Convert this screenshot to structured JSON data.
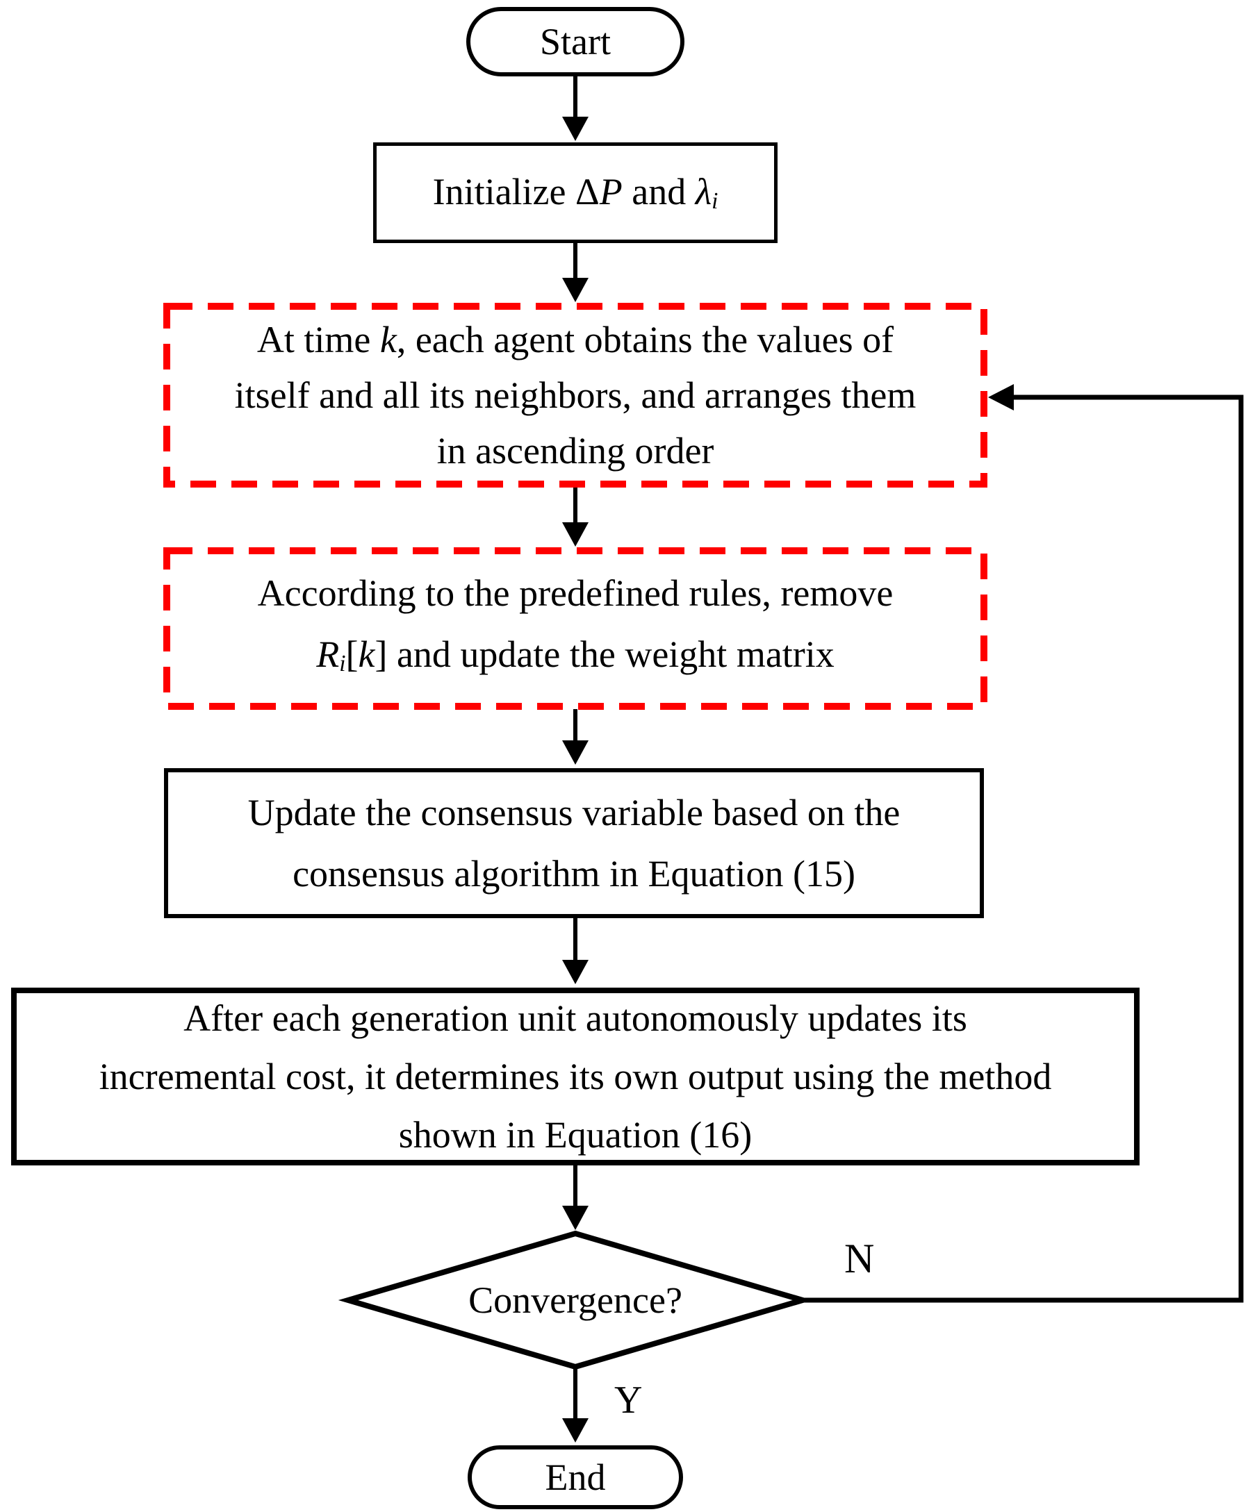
{
  "colors": {
    "highlight_red": "#fe0000",
    "line_black": "#000000",
    "background": "#ffffff"
  },
  "nodes": {
    "start": {
      "label": "Start"
    },
    "initialize": {
      "pre": "Initialize Δ",
      "p_var": "P",
      "conj": " and ",
      "lambda_var": "λ",
      "i_sub": "i"
    },
    "gather": {
      "l1a": "At time ",
      "k_var": "k",
      "l1b": ", each agent obtains the values of",
      "line2": "itself and all its neighbors, and arranges them",
      "line3": "in ascending order"
    },
    "remove": {
      "line1": "According to the predefined rules, remove",
      "r_var": "R",
      "i_sub": "i",
      "open_bracket": "[",
      "k_var": "k",
      "tail": "] and update the weight matrix"
    },
    "consensus": {
      "line1": "Update the consensus variable based on the",
      "line2": "consensus algorithm in Equation (15)"
    },
    "output": {
      "line1": "After each generation unit autonomously updates its",
      "line2": "incremental cost, it determines its own output using the method",
      "line3": "shown in Equation (16)"
    },
    "decision": {
      "label": "Convergence?"
    },
    "end": {
      "label": "End"
    }
  },
  "edges": {
    "no_label": "N",
    "yes_label": "Y"
  }
}
